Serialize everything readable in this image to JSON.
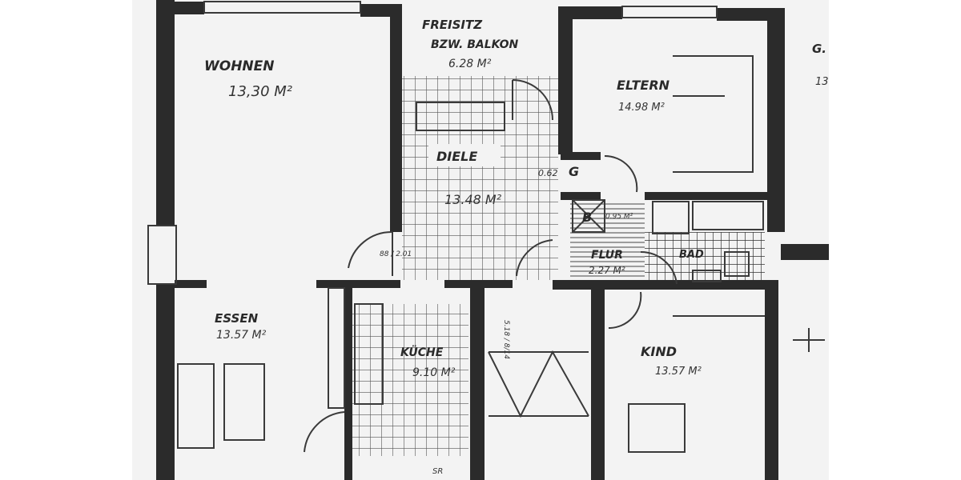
{
  "colors": {
    "paper": "#f2f2f2",
    "wall": "#2b2b2b",
    "line": "#3a3a3a"
  },
  "rooms": {
    "wohnen": {
      "name": "WOHNEN",
      "area": "13,30 M²"
    },
    "freisitz": {
      "name": "FREISITZ",
      "sub": "BZW. BALKON",
      "area": "6.28 M²"
    },
    "eltern": {
      "name": "ELTERN",
      "area": "14.98 M²"
    },
    "diele": {
      "name": "DIELE",
      "area": "13.48 M²"
    },
    "garderobe": {
      "name": "G",
      "area": "0.62"
    },
    "besen": {
      "name": "B",
      "area": "0.95 M²"
    },
    "flur": {
      "name": "FLUR",
      "area": "2.27 M²"
    },
    "bad": {
      "name": "BAD"
    },
    "essen": {
      "name": "ESSEN",
      "area": "13.57 M²"
    },
    "kueche": {
      "name": "KÜCHE",
      "area": "9.10 M²"
    },
    "kind": {
      "name": "KIND",
      "area": "13.57 M²"
    },
    "neighbor": {
      "name": "G.",
      "area": "13"
    }
  },
  "door_marks": {
    "diele_door": "88 / 2.01",
    "stair": "5.18 / 8/14",
    "bottom": "SR"
  }
}
